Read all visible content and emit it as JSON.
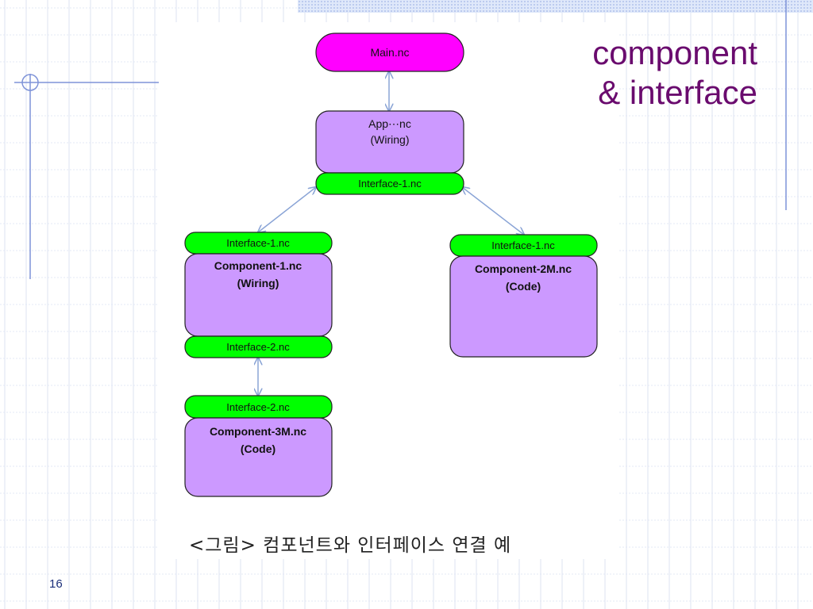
{
  "title": {
    "line1": "component",
    "line2": "& interface"
  },
  "colors": {
    "title": "#6a0b6e",
    "main_node": "#ff00ff",
    "component_node": "#cc99ff",
    "interface_node": "#00ff00",
    "edge": "#8aa4d6"
  },
  "diagram": {
    "main": "Main.nc",
    "app": {
      "name": "App⋯nc",
      "role": "(Wiring)"
    },
    "app_interface": "Interface-1.nc",
    "component1": {
      "top_interface": "Interface-1.nc",
      "name": "Component-1.nc",
      "role": "(Wiring)",
      "bottom_interface": "Interface-2.nc"
    },
    "component2m": {
      "top_interface": "Interface-1.nc",
      "name": "Component-2M.nc",
      "role": "(Code)"
    },
    "component3m": {
      "top_interface": "Interface-2.nc",
      "name": "Component-3M.nc",
      "role": "(Code)"
    }
  },
  "caption": "<그림> 컴포넌트와 인터페이스 연결 예",
  "page_number": "16"
}
